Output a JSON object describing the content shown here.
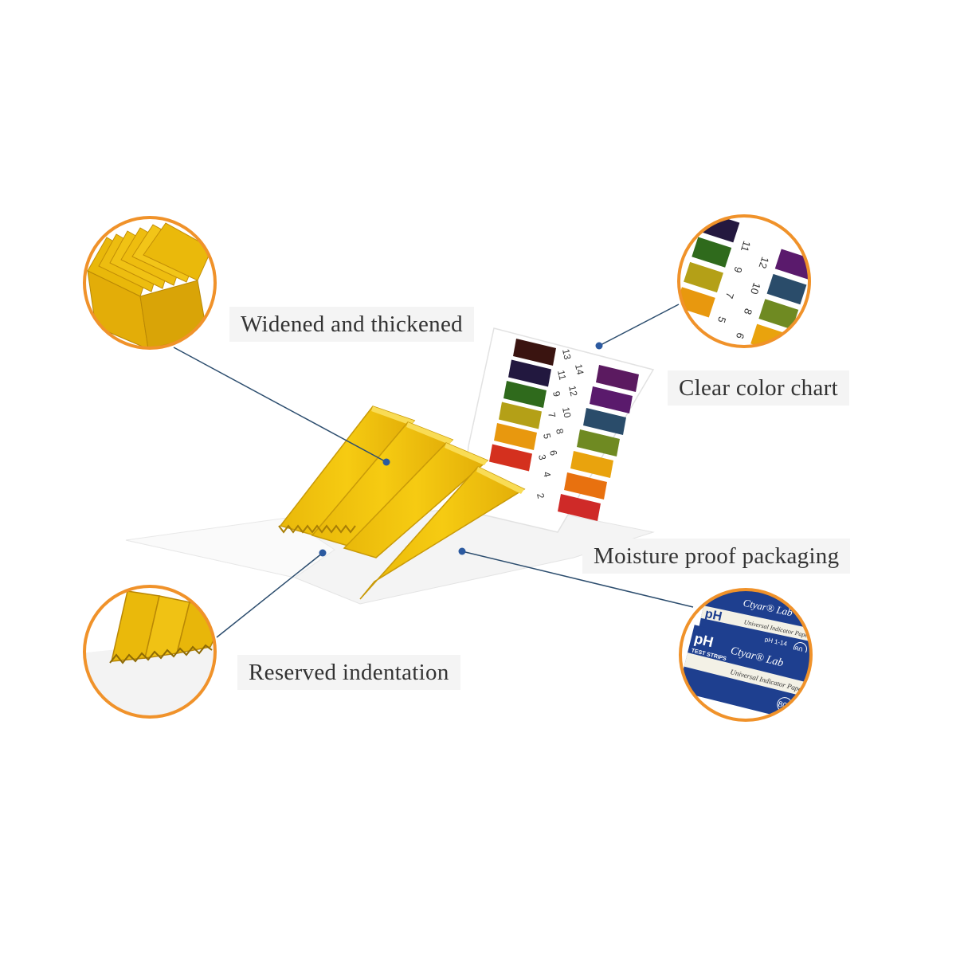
{
  "labels": {
    "widened": "Widened and thickened",
    "clear_chart": "Clear color chart",
    "moisture": "Moisture proof packaging",
    "reserved": "Reserved indentation"
  },
  "color_chart": {
    "left_column": [
      {
        "number": "13",
        "color": "#3a1410"
      },
      {
        "number": "11",
        "color": "#22183f"
      },
      {
        "number": "9",
        "color": "#2f6a1c"
      },
      {
        "number": "7",
        "color": "#b4a017"
      },
      {
        "number": "5",
        "color": "#e8980e"
      },
      {
        "number": "3",
        "color": "#d4301e"
      }
    ],
    "right_column": [
      {
        "number": "14",
        "color": "#5b1a60"
      },
      {
        "number": "12",
        "color": "#5a1a6c"
      },
      {
        "number": "10",
        "color": "#2a4c6a"
      },
      {
        "number": "8",
        "color": "#6f8a22"
      },
      {
        "number": "6",
        "color": "#e9a30d"
      },
      {
        "number": "4",
        "color": "#e8710f"
      },
      {
        "number": "2",
        "color": "#cf2a28"
      }
    ]
  },
  "packaging": {
    "brand": "Ctyar® Lab",
    "ph_title": "pH",
    "test_strips": "TEST STRIPS",
    "subtitle": "Universal Indicator Paper",
    "range": "pH 1-14",
    "count": "80"
  },
  "colors": {
    "accent_ring": "#f0922a",
    "connector_line": "#2c4d6e",
    "strip_yellow": "#f2c40c",
    "strip_yellow_dark": "#c99a08",
    "box_blue": "#1e3f8f"
  }
}
